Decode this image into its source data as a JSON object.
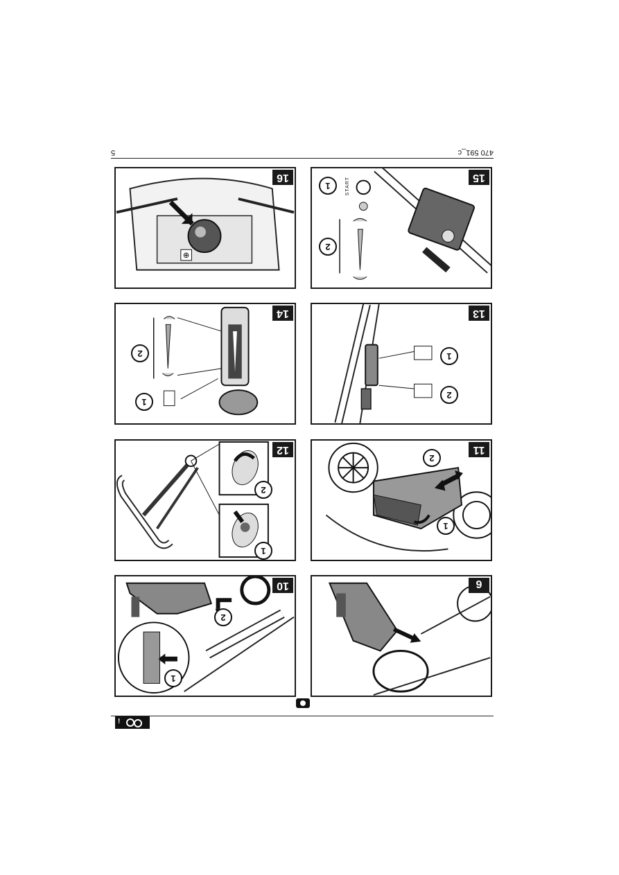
{
  "header": {
    "doc_code": "470 591_c",
    "page_number": "5"
  },
  "panels": [
    {
      "id": "16",
      "callouts": []
    },
    {
      "id": "15",
      "callouts": [
        "1",
        "2"
      ],
      "start_label": "START"
    },
    {
      "id": "14",
      "callouts": [
        "2",
        "1"
      ]
    },
    {
      "id": "13",
      "callouts": [
        "1",
        "2"
      ]
    },
    {
      "id": "12",
      "callouts": [
        "2",
        "1"
      ]
    },
    {
      "id": "11",
      "callouts": [
        "2",
        "1"
      ]
    },
    {
      "id": "10",
      "callouts": [
        "2",
        "1"
      ]
    },
    {
      "id": "9",
      "callouts": []
    }
  ],
  "colors": {
    "ink": "#1a1a1a",
    "gray_part": "#8a8a8a",
    "light_gray": "#d8d8d8"
  },
  "icons": {
    "footer_left": "tool-ring-icon",
    "footer_center": "camera-icon"
  }
}
